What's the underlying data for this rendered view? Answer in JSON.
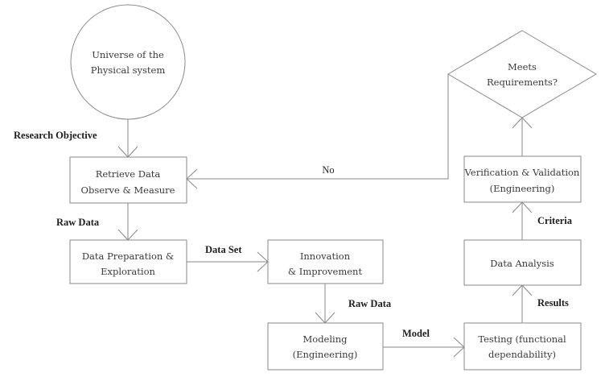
{
  "nodes": {
    "universe": {
      "line1": "Universe of the",
      "line2": "Physical system"
    },
    "retrieve": {
      "line1": "Retrieve Data",
      "line2": "Observe & Measure"
    },
    "prep": {
      "line1": "Data Preparation &",
      "line2": "Exploration"
    },
    "innovation": {
      "line1": "Innovation",
      "line2": "& Improvement"
    },
    "modeling": {
      "line1": "Modeling",
      "line2": "(Engineering)"
    },
    "testing": {
      "line1": "Testing (functional",
      "line2": "dependability)"
    },
    "analysis": {
      "line1": "Data Analysis"
    },
    "verification": {
      "line1": "Verification & Validation",
      "line2": "(Engineering)"
    },
    "decision": {
      "line1": "Meets",
      "line2": "Requirements?"
    }
  },
  "edge_labels": {
    "research_objective": "Research Objective",
    "raw_data_1": "Raw Data",
    "data_set": "Data Set",
    "raw_data_2": "Raw Data",
    "model": "Model",
    "results": "Results",
    "criteria": "Criteria",
    "no": "No"
  },
  "colors": {
    "stroke": "#8a8a8a",
    "text": "#3a3a3a",
    "label": "#1e1e1e"
  }
}
